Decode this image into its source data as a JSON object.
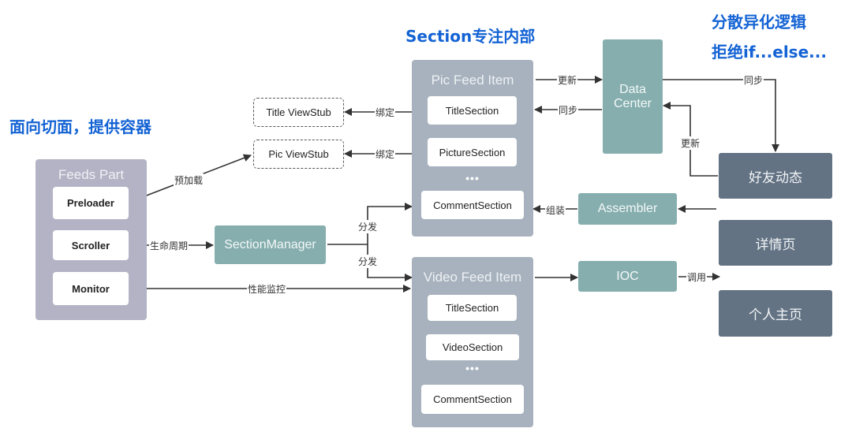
{
  "headings": {
    "aspect": "面向切面，提供容器",
    "section_focus": "Section专注内部",
    "dispersion_line1": "分散异化逻辑",
    "dispersion_line2": "拒绝if...else..."
  },
  "feeds_part": {
    "title": "Feeds Part",
    "items": [
      "Preloader",
      "Scroller",
      "Monitor"
    ]
  },
  "viewstubs": [
    "Title ViewStub",
    "Pic ViewStub"
  ],
  "section_manager": "SectionManager",
  "pic_feed_item": {
    "title": "Pic Feed Item",
    "sections": [
      "TitleSection",
      "PictureSection",
      "CommentSection"
    ],
    "ellipsis": "•••"
  },
  "video_feed_item": {
    "title": "Video Feed Item",
    "sections": [
      "TitleSection",
      "VideoSection",
      "CommentSection"
    ],
    "ellipsis": "•••"
  },
  "data_center": "Data Center",
  "assembler": "Assembler",
  "ioc": "IOC",
  "pages": [
    "好友动态",
    "详情页",
    "个人主页"
  ],
  "edge_labels": {
    "preload": "预加载",
    "lifecycle": "生命周期",
    "perf_monitor": "性能监控",
    "bind_title": "绑定",
    "bind_pic": "绑定",
    "dispatch_pic": "分发",
    "dispatch_video": "分发",
    "update_to_dc": "更新",
    "sync_from_dc": "同步",
    "sync_to_friend": "同步",
    "update_from_friend": "更新",
    "assemble": "组装",
    "invoke": "调用"
  },
  "colors": {
    "heading_blue": "#1463d4",
    "container_gray": "#a7b2be",
    "feeds_purple_gray": "#b3b3c5",
    "teal": "#86aeae",
    "slate": "#637384"
  }
}
